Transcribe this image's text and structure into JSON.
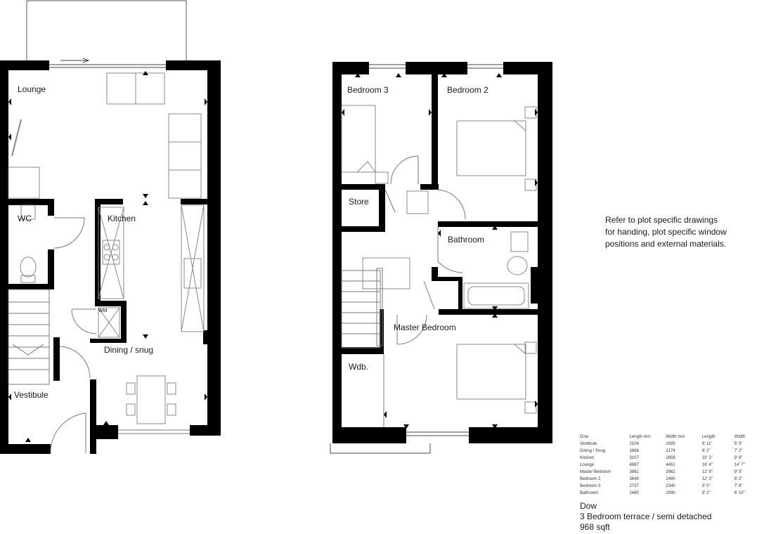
{
  "ground_floor": {
    "rooms": {
      "lounge": "Lounge",
      "wc": "WC",
      "kitchen": "Kitchen",
      "dining": "Dining / snug",
      "vestibule": "Vestibule"
    },
    "appliance": "WM"
  },
  "first_floor": {
    "rooms": {
      "bedroom3": "Bedroom 3",
      "bedroom2": "Bedroom 2",
      "store": "Store",
      "bathroom": "Bathroom",
      "master": "Master Bedroom",
      "wardrobe": "Wdb."
    }
  },
  "note": {
    "line1": "Refer to plot specific drawings",
    "line2": "for handing, plot specific window",
    "line3": "positions and external materials."
  },
  "schedule": {
    "headers": [
      "Dow",
      "Length mm",
      "Width mm",
      "Length",
      "Width"
    ],
    "rows": [
      [
        "Vestibule",
        "2104",
        "1593",
        "6' 11\"",
        "5' 3\""
      ],
      [
        "Dining / Snug",
        "1866",
        "2174",
        "6' 2\"",
        "7' 2\""
      ],
      [
        "Kitchen",
        "3107",
        "2658",
        "10' 2\"",
        "8' 9\""
      ],
      [
        "Lounge",
        "4987",
        "4451",
        "16' 4\"",
        "14' 7\""
      ],
      [
        "Master Bedroom",
        "3862",
        "2862",
        "12' 8\"",
        "9' 5\""
      ],
      [
        "Bedroom 2",
        "3649",
        "2490",
        "12' 0\"",
        "8' 2\""
      ],
      [
        "Bedroom 3",
        "2737",
        "2340",
        "9' 0\"",
        "7' 8\""
      ],
      [
        "Bathroom",
        "2480",
        "2090",
        "8' 2\"",
        "6' 10\""
      ]
    ]
  },
  "footer": {
    "name": "Dow",
    "type": "3 Bedroom terrace / semi detached",
    "area": "968 sqft"
  }
}
